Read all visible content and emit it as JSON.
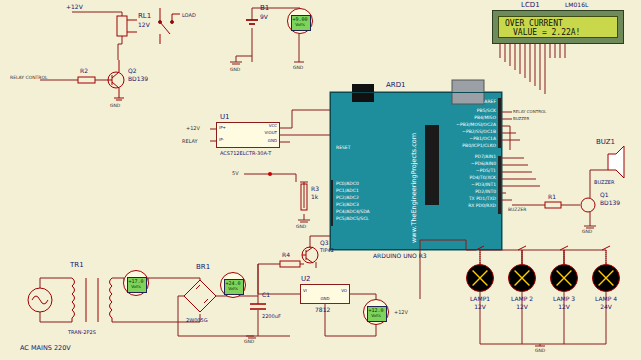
{
  "diagram": {
    "nodes": [
      {
        "text": [
          "LCD1",
          "LM016L"
        ]
      },
      {
        "text": [
          "OVER CURRENT",
          "VALUE = 2.22A!"
        ],
        "in": 0
      },
      {
        "text": [
          "ARD1",
          "www.TheEngineeringProjects.com",
          "ARDUINO UNO R3"
        ]
      },
      {
        "text": [
          "U1",
          "ACS712ELCTR-30A-T"
        ]
      },
      {
        "text": [
          "U2",
          "7812"
        ]
      },
      {
        "text": [
          "LAMP1",
          "12V"
        ]
      },
      {
        "text": [
          "LAMP 2",
          "12V"
        ]
      },
      {
        "text": [
          "LAMP 3",
          "12V"
        ]
      },
      {
        "text": [
          "LAMP 4",
          "24V"
        ]
      },
      {
        "text": [
          "+9.00",
          "Volts"
        ]
      },
      {
        "text": [
          "+17.0",
          "Volts"
        ]
      },
      {
        "text": [
          "+24.0",
          "Volts"
        ]
      },
      {
        "text": [
          "+12.0",
          "Volts"
        ]
      }
    ],
    "edges": [
      {
        "from": 3,
        "to": 2,
        "arrow": "none"
      },
      {
        "from": 4,
        "to": 12,
        "arrow": "none"
      },
      {
        "from": 5,
        "to": 6,
        "arrow": "none"
      },
      {
        "from": 6,
        "to": 7,
        "arrow": "none"
      },
      {
        "from": 7,
        "to": 8,
        "arrow": "none"
      }
    ],
    "labels": [
      "+12V",
      "RL1",
      "12V",
      "LOAD",
      "R2",
      "RELAY CONTROL",
      "Q2",
      "BD139",
      "GND",
      "B1",
      "9V",
      "GND",
      "GND",
      "+12V",
      "RELAY",
      "IP+",
      "IP-",
      "VCC",
      "VIOUT",
      "GND",
      "5V",
      "R3",
      "1k",
      "GND",
      "RESET",
      "PC0/ADC0",
      "PC1/ADC1",
      "PC2/ADC2",
      "PC3/ADC3",
      "PC4/ADC4/SDA",
      "PC5/ADC5/SCL",
      "AREF",
      "PB5/SCK",
      "PB4/MISO",
      "~PB3/MOSI/OC2A",
      "~PB2/SS/OC1B",
      "~PB1/OC1A",
      "PB0/ICP1/CLKO",
      "PD7/AIN1",
      "~PD6/AIN0",
      "~PD5/T1",
      "PD4/T0/XCK",
      "~PD3/INT1",
      "PD2/INT0",
      "TX PD1/TXD",
      "RX PD0/RXD",
      "RELAY CONTROL",
      "BUZZER",
      "BUZ1",
      "BUZZER",
      "R1",
      "BUZZER",
      "Q1",
      "BD139",
      "GND",
      "TR1",
      "TRAN-2P2S",
      "AC MAINS 220V",
      "BR1",
      "2W005G",
      "C1",
      "2200uF",
      "R4",
      "Q3",
      "TIP42",
      "+12V",
      "GND",
      "GND",
      "VI",
      "VO",
      "GND"
    ]
  }
}
